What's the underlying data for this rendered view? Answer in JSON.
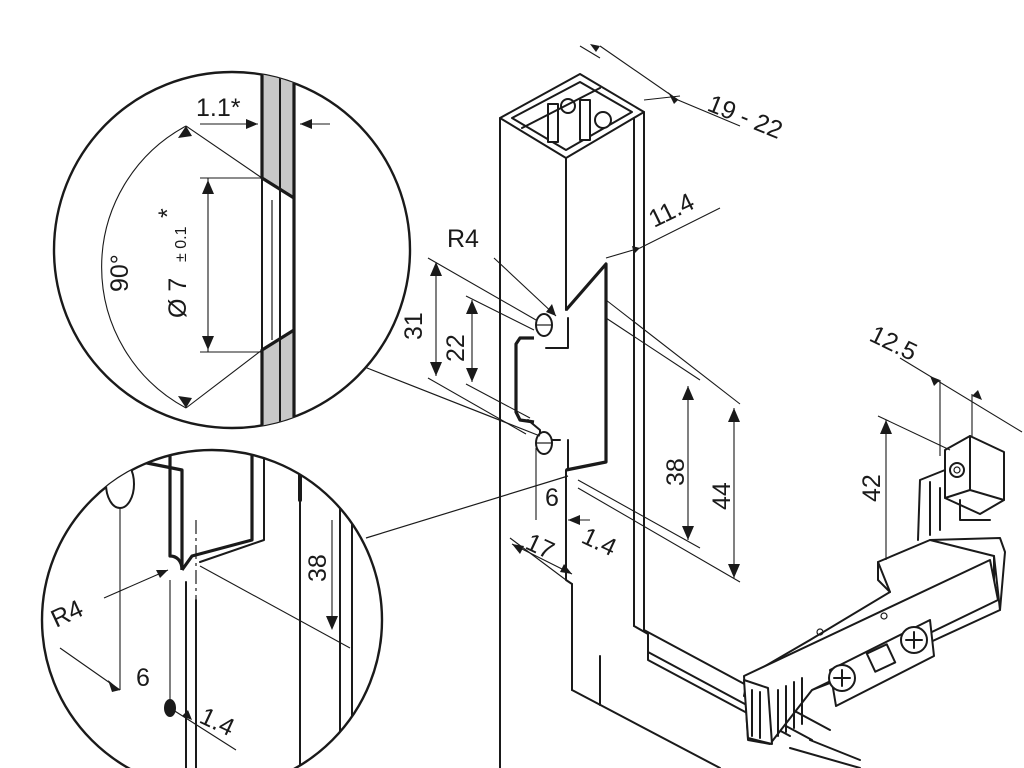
{
  "labels": {
    "width_range": "19 - 22",
    "top_offset": "11.4",
    "radius_main": "R4",
    "height_31": "31",
    "height_22": "22",
    "height_38_main": "38",
    "height_44": "44",
    "depth_6_main": "6",
    "width_17": "17",
    "wall_1_4_main": "1.4",
    "hinge_12_5": "12.5",
    "hinge_42": "42",
    "wall_1_1": "1.1*",
    "angle_90": "90°",
    "diameter_7": "Ø 7",
    "tolerance": "± 0.1",
    "tolerance_star": "*",
    "detail_38": "38",
    "radius_detail": "R4",
    "detail_6": "6",
    "detail_1_4": "1.4"
  }
}
